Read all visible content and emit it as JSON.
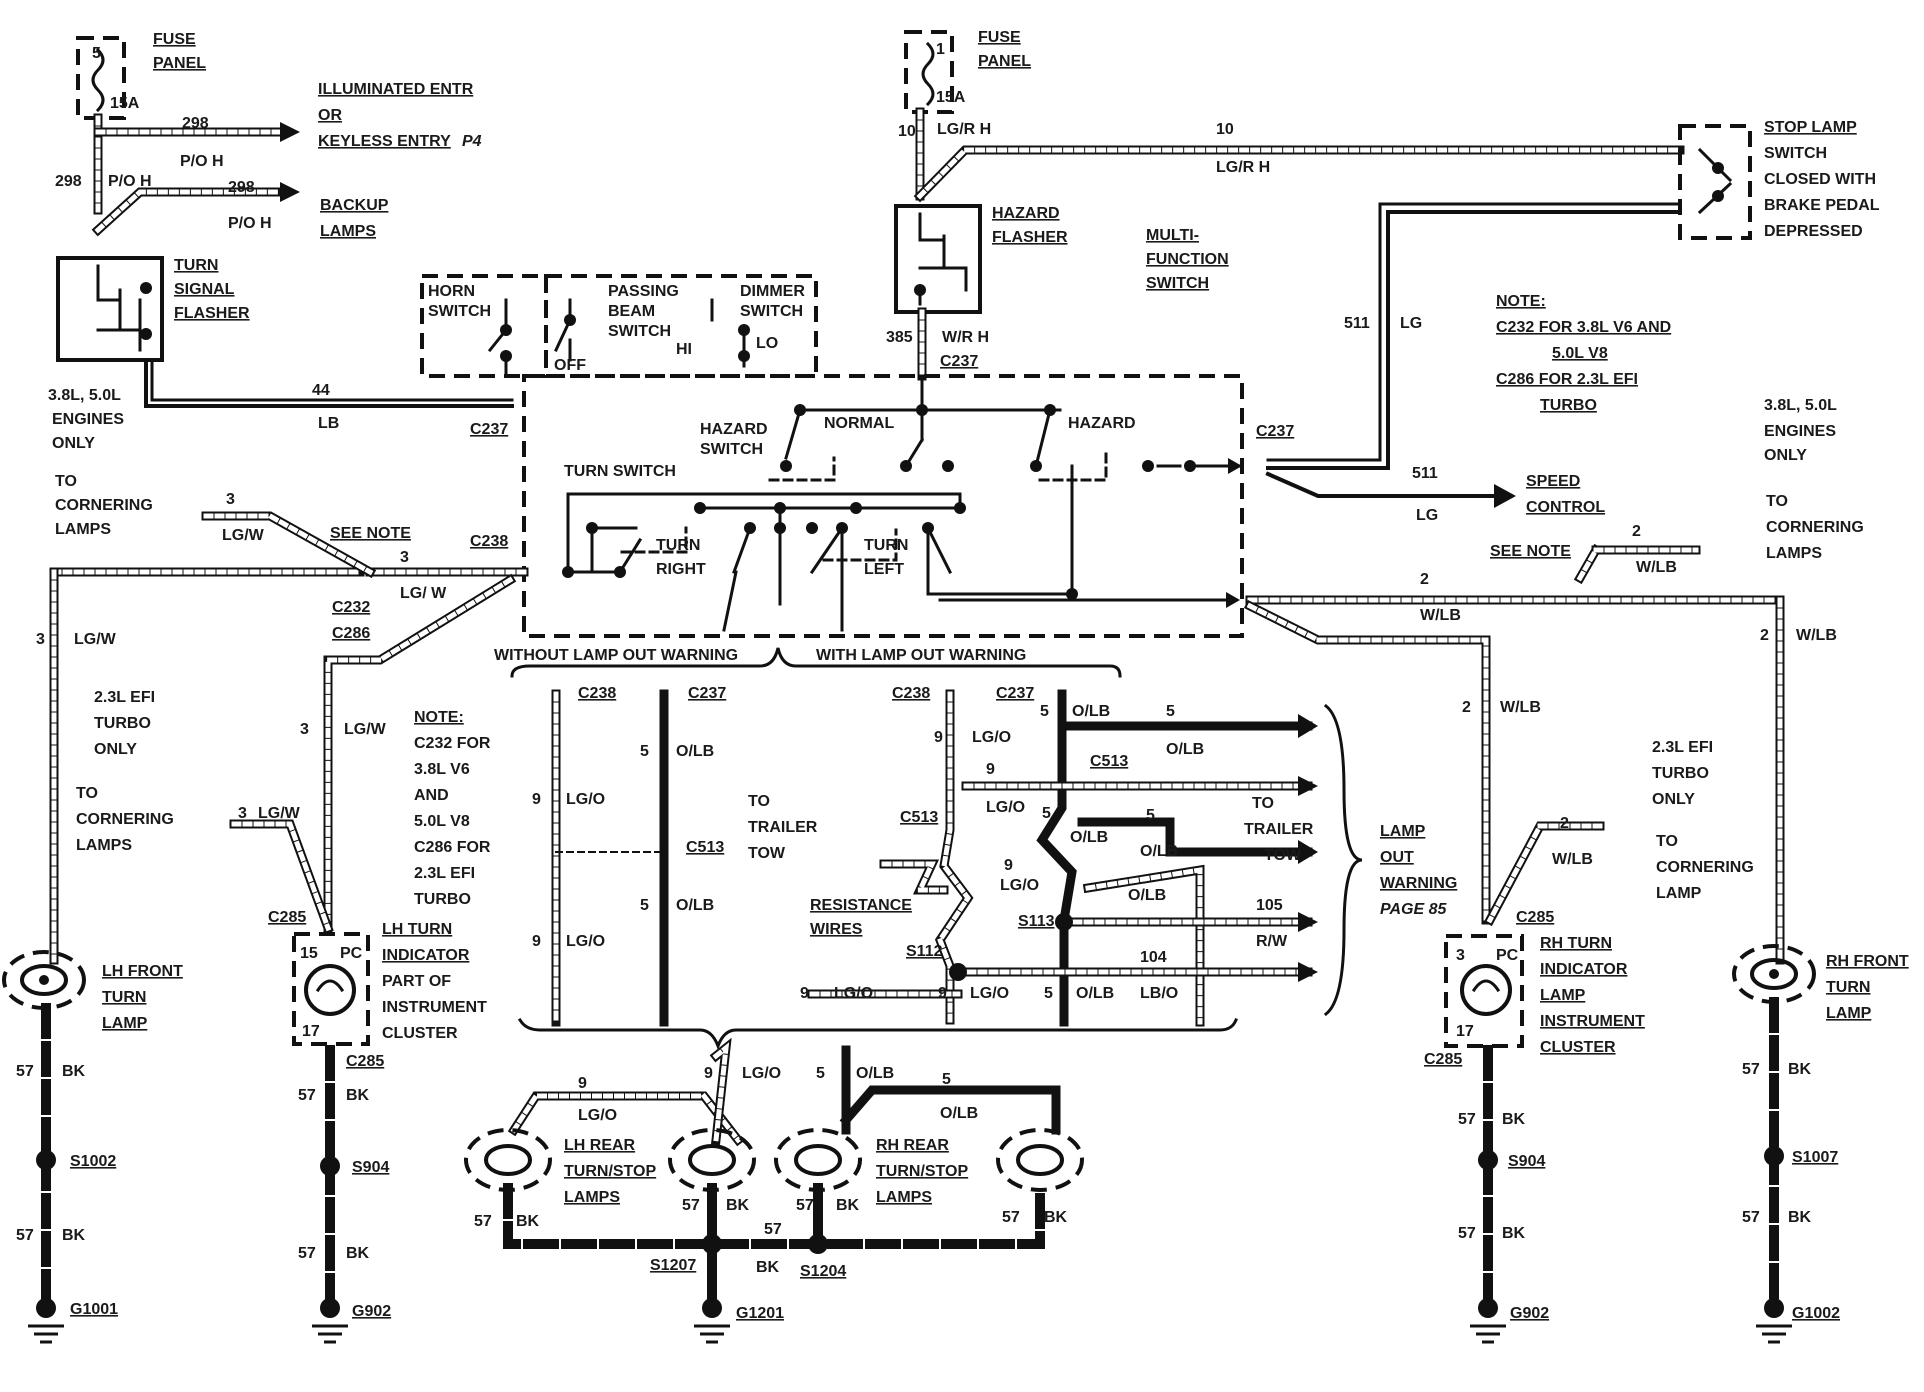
{
  "fuse_panel_left": {
    "title_line1": "FUSE",
    "title_line2": "PANEL",
    "fuse_num": "5",
    "fuse_amp": "15A"
  },
  "fuse_panel_right": {
    "title_line1": "FUSE",
    "title_line2": "PANEL",
    "fuse_num": "1",
    "fuse_amp": "15A"
  },
  "illuminated_entry": {
    "line1": "ILLUMINATED ENTR",
    "line2": "OR",
    "line3": "KEYLESS ENTRY",
    "page": "P4"
  },
  "backup_lamps": {
    "line1": "BACKUP",
    "line2": "LAMPS"
  },
  "turn_signal_flasher": {
    "line1": "TURN",
    "line2": "SIGNAL",
    "line3": "FLASHER"
  },
  "hazard_flasher": {
    "line1": "HAZARD",
    "line2": "FLASHER"
  },
  "stop_lamp_switch": {
    "line1": "STOP LAMP",
    "line2": "SWITCH",
    "line3": "CLOSED WITH",
    "line4": "BRAKE PEDAL",
    "line5": "DEPRESSED"
  },
  "multi_function_switch": {
    "line1": "MULTI-",
    "line2": "FUNCTION",
    "line3": "SWITCH"
  },
  "horn_switch": {
    "line1": "HORN",
    "line2": "SWITCH"
  },
  "passing_beam_switch": {
    "line1": "PASSING",
    "line2": "BEAM",
    "line3": "SWITCH",
    "off": "OFF",
    "hi": "HI"
  },
  "dimmer_switch": {
    "line1": "DIMMER",
    "line2": "SWITCH",
    "lo": "LO"
  },
  "switch_labels": {
    "hazard_switch_1": "HAZARD",
    "hazard_switch_2": "SWITCH",
    "normal": "NORMAL",
    "hazard": "HAZARD",
    "turn_switch": "TURN SWITCH",
    "turn_right_1": "TURN",
    "turn_right_2": "RIGHT",
    "turn_left_1": "TURN",
    "turn_left_2": "LEFT"
  },
  "note_top_right": {
    "line1": "NOTE:",
    "line2": "C232 FOR 3.8L V6 AND",
    "line3": "5.0L V8",
    "line4": "C286 FOR 2.3L EFI",
    "line5": "TURBO"
  },
  "engines_left": {
    "line1": "3.8L, 5.0L",
    "line2": "ENGINES",
    "line3": "ONLY"
  },
  "engines_right": {
    "line1": "3.8L, 5.0L",
    "line2": "ENGINES",
    "line3": "ONLY"
  },
  "cornering_left_top": {
    "line1": "TO",
    "line2": "CORNERING",
    "line3": "LAMPS"
  },
  "cornering_right_top": {
    "line1": "TO",
    "line2": "CORNERING",
    "line3": "LAMPS"
  },
  "turbo_left": {
    "line1": "2.3L EFI",
    "line2": "TURBO",
    "line3": "ONLY",
    "to1": "TO",
    "to2": "CORNERING",
    "to3": "LAMPS"
  },
  "turbo_right": {
    "line1": "2.3L EFI",
    "line2": "TURBO",
    "line3": "ONLY",
    "to1": "TO",
    "to2": "CORNERING",
    "to3": "LAMP"
  },
  "note_middle": {
    "line1": "NOTE:",
    "line2": "C232 FOR",
    "line3": "3.8L V6",
    "line4": "AND",
    "line5": "5.0L V8",
    "line6": "C286 FOR",
    "line7": "2.3L EFI",
    "line8": "TURBO"
  },
  "see_note_left": "SEE NOTE",
  "see_note_right": "SEE NOTE",
  "speed_control": {
    "line1": "SPEED",
    "line2": "CONTROL"
  },
  "trailer_tow_left": {
    "line1": "TO",
    "line2": "TRAILER",
    "line3": "TOW"
  },
  "trailer_tow_right": {
    "line1": "TO",
    "line2": "TRAILER",
    "line3": "TOW"
  },
  "without_warning": "WITHOUT LAMP OUT WARNING",
  "with_warning": "WITH LAMP OUT WARNING",
  "lamp_out_warning": {
    "line1": "LAMP",
    "line2": "OUT",
    "line3": "WARNING",
    "line4": "PAGE 85"
  },
  "resistance_wires": {
    "line1": "RESISTANCE",
    "line2": "WIRES"
  },
  "lh_front_lamp": {
    "line1": "LH FRONT",
    "line2": "TURN",
    "line3": "LAMP"
  },
  "rh_front_lamp": {
    "line1": "RH FRONT",
    "line2": "TURN",
    "line3": "LAMP"
  },
  "lh_indicator": {
    "line1": "LH TURN",
    "line2": "INDICATOR",
    "line3": "PART OF",
    "line4": "INSTRUMENT",
    "line5": "CLUSTER",
    "pin_top": "15",
    "pin_bottom": "17",
    "pc": "PC"
  },
  "rh_indicator": {
    "line1": "RH TURN",
    "line2": "INDICATOR",
    "line3": "LAMP",
    "line4": "INSTRUMENT",
    "line5": "CLUSTER",
    "pin_top": "3",
    "pin_bottom": "17",
    "pc": "PC"
  },
  "lh_rear_lamps": {
    "line1": "LH REAR",
    "line2": "TURN/STOP",
    "line3": "LAMPS"
  },
  "rh_rear_lamps": {
    "line1": "RH REAR",
    "line2": "TURN/STOP",
    "line3": "LAMPS"
  },
  "connectors": {
    "c237": "C237",
    "c238": "C238",
    "c232": "C232",
    "c286": "C286",
    "c285": "C285",
    "c513": "C513",
    "s113": "S113",
    "s112": "S112",
    "s1002": "S1002",
    "s904": "S904",
    "s1207": "S1207",
    "s1204": "S1204",
    "s1007": "S1007",
    "g1001": "G1001",
    "g902": "G902",
    "g1201": "G1201",
    "g1002": "G1002"
  },
  "wires": {
    "c298": "298",
    "po_h": "P/O H",
    "c10": "10",
    "lgr_h": "LG/R H",
    "c385": "385",
    "wr_h": "W/R H",
    "c44": "44",
    "lb": "LB",
    "c511": "511",
    "lg": "LG",
    "c3": "3",
    "lgw": "LG/W",
    "lgw_sp": "LG/ W",
    "c2": "2",
    "wlb": "W/LB",
    "c9": "9",
    "lgo": "LG/O",
    "c5": "5",
    "olb": "O/LB",
    "c105": "105",
    "rw": "R/W",
    "c104": "104",
    "lbo": "LB/O",
    "c57": "57",
    "bk": "BK"
  }
}
